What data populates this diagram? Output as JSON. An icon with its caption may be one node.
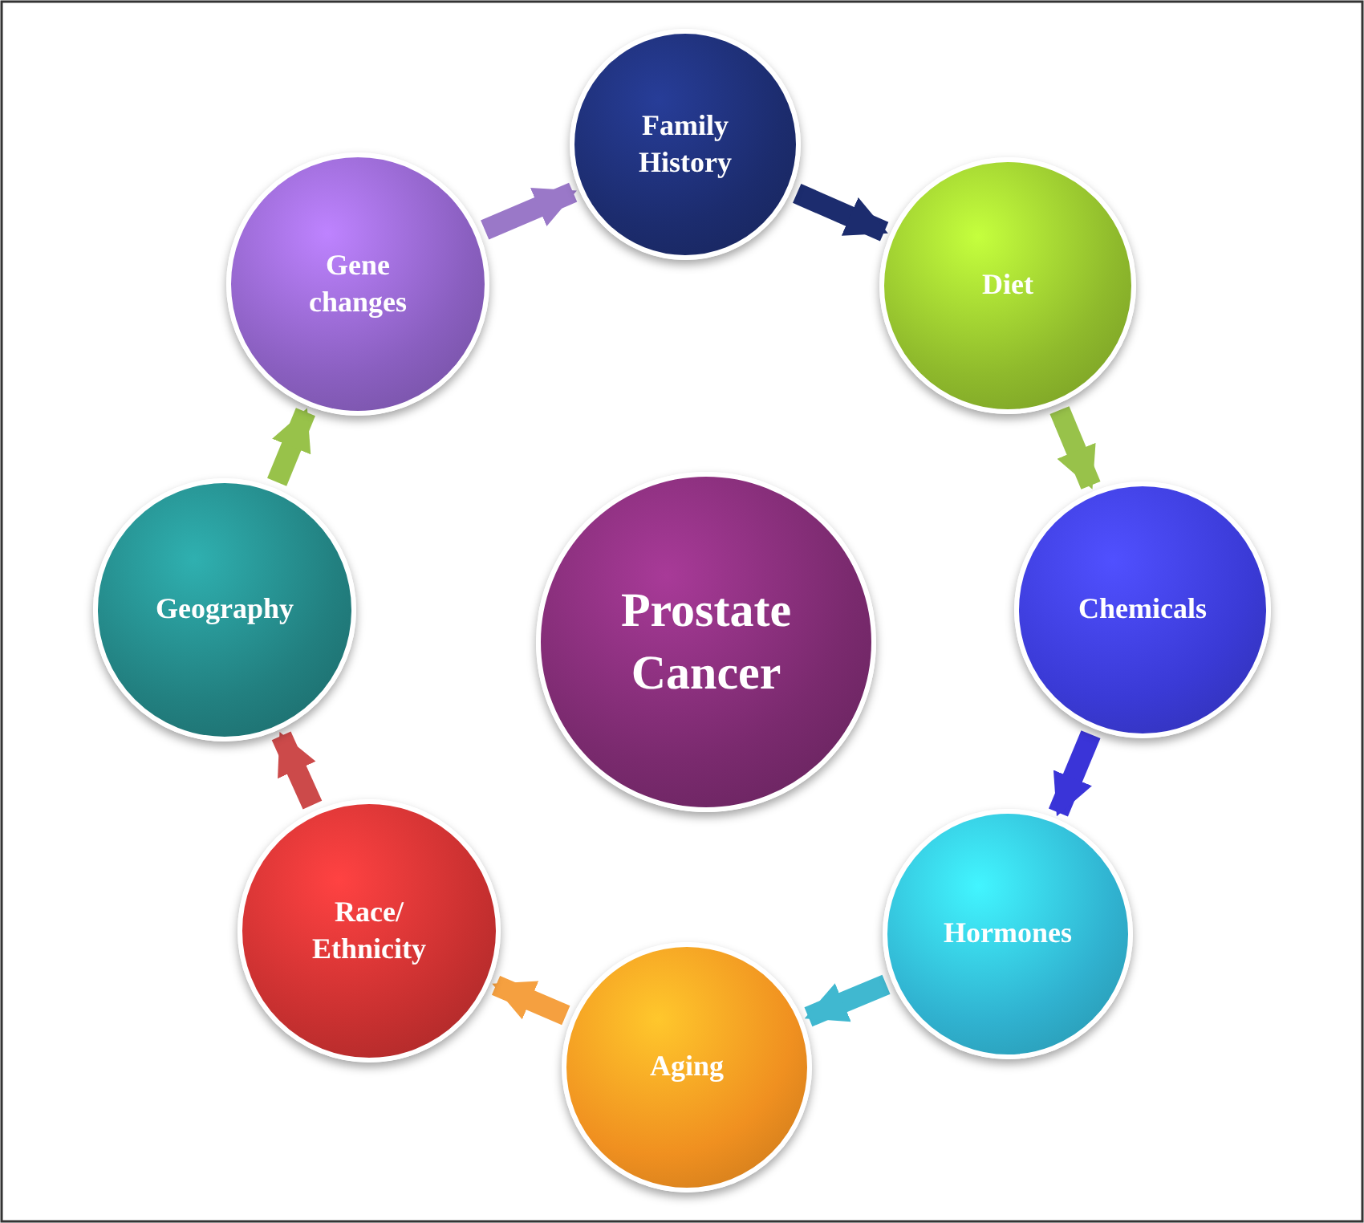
{
  "diagram": {
    "nodes": [
      {
        "text": [
          "Prostate Cancer"
        ]
      },
      {
        "text": [
          "Family History"
        ]
      },
      {
        "text": [
          "Diet"
        ]
      },
      {
        "text": [
          "Chemicals"
        ]
      },
      {
        "text": [
          "Hormones"
        ]
      },
      {
        "text": [
          "Aging"
        ]
      },
      {
        "text": [
          "Race/ Ethnicity"
        ]
      },
      {
        "text": [
          "Geography"
        ]
      },
      {
        "text": [
          "Gene changes"
        ]
      }
    ],
    "edges": [
      {
        "from": 8,
        "to": 1,
        "arrow": "to",
        "color": "#9a78c8"
      },
      {
        "from": 1,
        "to": 2,
        "arrow": "to",
        "color": "#1c2c6e"
      },
      {
        "from": 2,
        "to": 3,
        "arrow": "to",
        "color": "#98c24a"
      },
      {
        "from": 3,
        "to": 4,
        "arrow": "to",
        "color": "#3a34d8"
      },
      {
        "from": 4,
        "to": 5,
        "arrow": "to",
        "color": "#40b8d0"
      },
      {
        "from": 5,
        "to": 6,
        "arrow": "to",
        "color": "#f5a040"
      },
      {
        "from": 6,
        "to": 7,
        "arrow": "to",
        "color": "#cc4a4a"
      },
      {
        "from": 7,
        "to": 8,
        "arrow": "to",
        "color": "#98c24a"
      }
    ]
  }
}
